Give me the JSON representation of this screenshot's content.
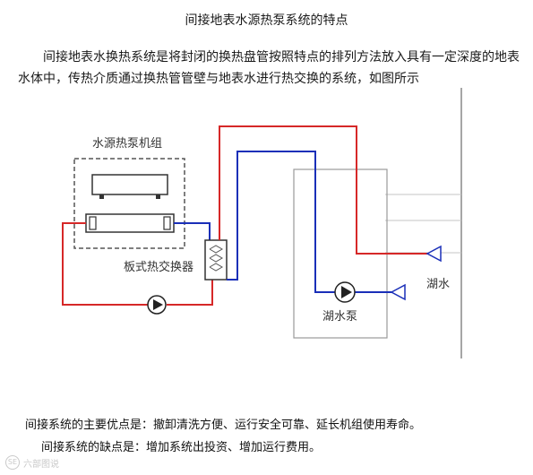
{
  "document": {
    "title": "间接地表水源热泵系统的特点",
    "intro": "间接地表水换热系统是将封闭的换热盘管按照特点的排列方法放入具有一定深度的地表水体中，传热介质通过换热管管壁与地表水进行热交换的系统，如图所示",
    "advantages": "间接系统的主要优点是：撤卸清洗方便、运行安全可靠、延长机组使用寿命。",
    "disadvantages": "间接系统的缺点是：增加系统出投资、增加运行费用。"
  },
  "diagram": {
    "unit_label": "水源热泵机组",
    "exchanger_label": "板式热交换器",
    "pump_label": "湖水泵",
    "lake_label": "湖水",
    "colors": {
      "supply": "#d62828",
      "return": "#1a2fb8",
      "outline": "#333333",
      "dashed": "#666666",
      "wall": "#999999"
    }
  },
  "watermark": {
    "logo": "SE",
    "text": "六部图说"
  }
}
